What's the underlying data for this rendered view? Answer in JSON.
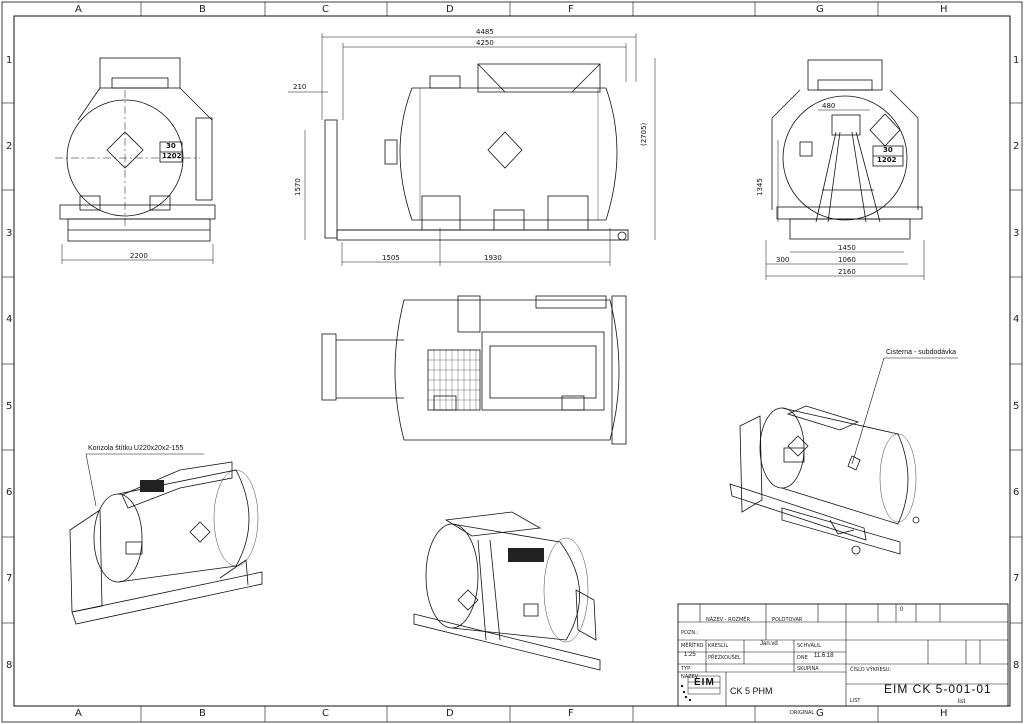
{
  "border": {
    "columns": [
      "A",
      "B",
      "C",
      "D",
      "F",
      "G",
      "H"
    ],
    "rows": [
      "1",
      "2",
      "3",
      "4",
      "5",
      "6",
      "7",
      "8"
    ]
  },
  "dimensions": {
    "overall_length": "4485",
    "shell_length": "4250",
    "frame_offset": "210",
    "height_total": "(2705)",
    "height_shell": "1570",
    "support_left": "1505",
    "support_spacing": "1930",
    "front_width": "2200",
    "rear_width": "2160",
    "rear_frame_inner": "1450",
    "rear_support": "1060",
    "rear_offset": "300",
    "rear_hatch": "480",
    "rear_height": "1345"
  },
  "placards": {
    "hazard_code": "30",
    "un_number": "1202"
  },
  "annotations": {
    "tank_note": "Cisterna - subdodávka",
    "bracket_note": "Konzola štítku U220x20x2-155"
  },
  "title_block": {
    "labels": {
      "rev_hdr": "NÁZEV - ROZMĚR",
      "semi": "POLOTOVAR",
      "pos": "POZN.:",
      "scale_hdr": "MĚŘÍTKO",
      "drawn": "KRESLIL",
      "checked": "PŘEZKOUŠEL",
      "approved": "SCHVÁLIL",
      "date": "DNE",
      "type": "TYP",
      "group": "SKUPINA",
      "name": "NÁZEV",
      "number_hdr": "ČÍSLO VÝKRESU:",
      "sheet": "LIST",
      "origin": "ORIGINAL"
    },
    "scale": "1:25",
    "drawn_by": "Jan.vd",
    "date_value": "11.6.18",
    "revision": "0",
    "drawing_name": "CK 5 PHM",
    "drawing_number": "EIM CK 5-001-01",
    "sheet_marker": "list",
    "company": "EIM"
  }
}
